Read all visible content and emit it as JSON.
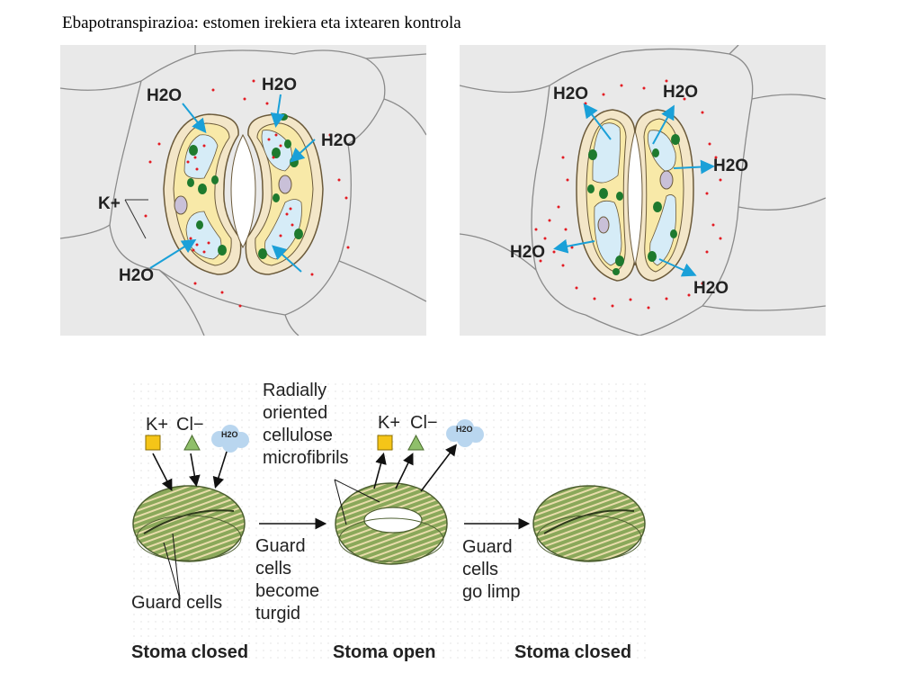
{
  "title": "Ebapotranspirazioa: estomen irekiera eta ixtearen kontrola",
  "top_left": {
    "water_labels": [
      "H2O",
      "H2O",
      "H2O",
      "H2O"
    ],
    "ion_label": "K+"
  },
  "top_right": {
    "water_labels": [
      "H2O",
      "H2O",
      "H2O",
      "H2O",
      "H2O"
    ]
  },
  "bottom": {
    "k_label": "K+",
    "cl_label": "Cl−",
    "water_label": "H2O",
    "microfibril_label": [
      "Radially",
      "oriented",
      "cellulose",
      "microfibrils"
    ],
    "turgid_label": [
      "Guard",
      "cells",
      "become",
      "turgid"
    ],
    "limp_label": [
      "Guard",
      "cells",
      "go limp"
    ],
    "guard_cells_label": "Guard cells",
    "captions": [
      "Stoma closed",
      "Stoma open",
      "Stoma closed"
    ]
  },
  "colors": {
    "panel_bg": "#e9e9e9",
    "cell_line": "#8a8a8a",
    "guard_wall": "#f3e6c8",
    "guard_fill": "#f8e9a8",
    "vacuole": "#d6ecf7",
    "chloroplast": "#1e7a2e",
    "ion_dot": "#e31b23",
    "arrow": "#1aa0d8",
    "k_square": "#f5c518",
    "cl_triangle": "#8fbf6a",
    "water_cloud": "#b9d6ef",
    "ring_green": "#8aa85a",
    "ring_stripe": "#e8dcaa"
  }
}
